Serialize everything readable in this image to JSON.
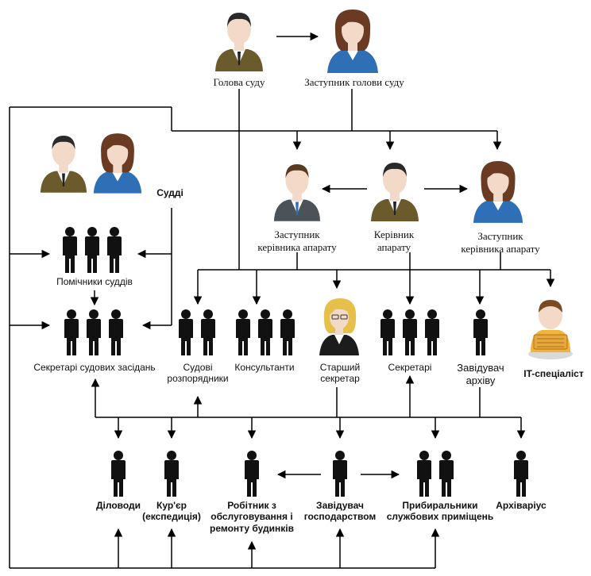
{
  "nodes": {
    "head": "Голова суду",
    "deputy_head": "Заступник голови суду",
    "judges": "Судді",
    "deputy_staff_left": [
      "Заступник",
      "керівника апарату"
    ],
    "staff_chief": [
      "Керівник",
      "апарату"
    ],
    "deputy_staff_right": [
      "Заступник",
      "керівника апарату"
    ],
    "judge_assistants": "Помічники суддів",
    "court_secretaries": "Секретарі судових засідань",
    "court_clerks": [
      "Судові",
      "розпорядники"
    ],
    "consultants": "Консультанти",
    "senior_secretary": [
      "Старший",
      "секретар"
    ],
    "secretaries": "Секретарі",
    "archive_head": [
      "Завідувач",
      "архіву"
    ],
    "it_specialist": "IT-спеціаліст",
    "office_clerks": "Діловоди",
    "courier": [
      "Кур'єр",
      "(експедиція)"
    ],
    "maintenance_worker": [
      "Робітник з",
      "обслуговування і",
      "ремонту будинків"
    ],
    "facility_manager": [
      "Завідувач",
      "господарством"
    ],
    "cleaners": [
      "Прибиральники",
      "службових приміщень"
    ],
    "archivist": "Архіваріус"
  },
  "colors": {
    "line": "#000000",
    "figure": "#111111",
    "male_suit": "#6b5a2c",
    "female_suit": "#2f6fb5",
    "grey_suit": "#4b5358",
    "skin": "#f3d9c7",
    "it_shirt": "#f2b33a"
  }
}
